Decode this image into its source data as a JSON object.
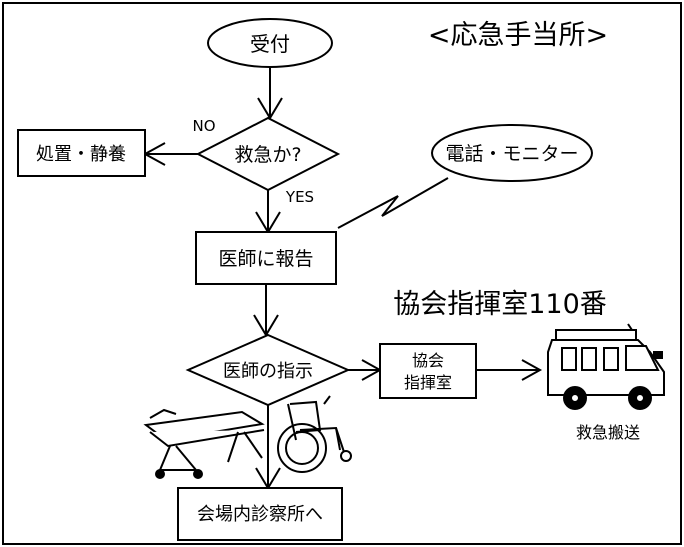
{
  "title": "<応急手当所>",
  "nodes": {
    "reception": "受付",
    "emergency_question": "救急か?",
    "treatment_rest": "処置・静養",
    "phone_monitor": "電話・モニター",
    "report_to_doctor": "医師に報告",
    "doctor_instruction": "医師の指示",
    "association_room_line1": "協会",
    "association_room_line2": "指揮室",
    "venue_clinic": "会場内診察所へ"
  },
  "edge_labels": {
    "no": "NO",
    "yes": "YES"
  },
  "annotations": {
    "command_110": "協会指揮室110番",
    "emergency_transport": "救急搬送"
  },
  "illustrations": {
    "ambulance": "ambulance-icon",
    "stretcher": "stretcher-icon",
    "wheelchair": "wheelchair-icon"
  },
  "colors": {
    "line": "#000000",
    "background": "#ffffff"
  }
}
